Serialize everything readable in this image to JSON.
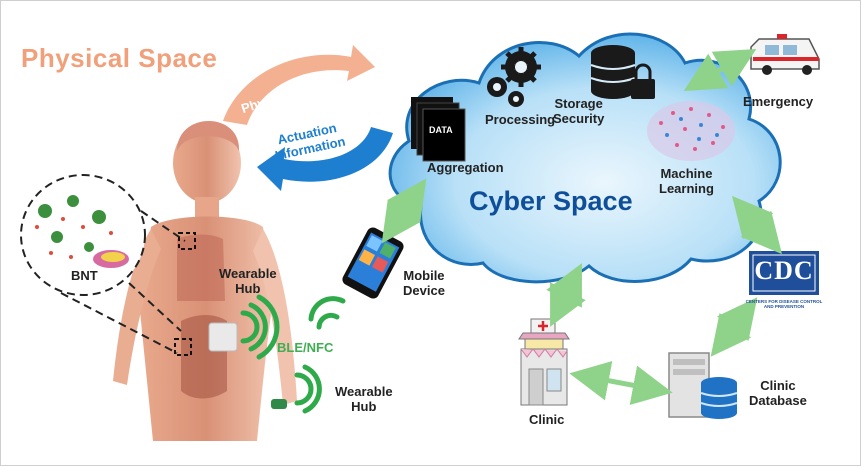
{
  "diagram": {
    "physical_space_title": "Physical Space",
    "cyber_space_title": "Cyber Space",
    "physical_sensing": "Physical Sensing",
    "actuation_information": "Actuation\nInformation",
    "data_label": "DATA",
    "aggregation": "Aggregation",
    "processing": "Processing",
    "storage_security": "Storage\nSecurity",
    "machine_learning": "Machine\nLearning",
    "emergency": "Emergency",
    "cdc_logo": "CDC",
    "cdc_subtitle": "CENTERS FOR DISEASE CONTROL AND PREVENTION",
    "clinic": "Clinic",
    "clinic_database": "Clinic\nDatabase",
    "mobile_device": "Mobile\nDevice",
    "wearable_hub_upper": "Wearable\nHub",
    "wearable_hub_lower": "Wearable\nHub",
    "ble_nfc": "BLE/NFC",
    "bnt": "BNT"
  },
  "colors": {
    "cloud_fill": "#3aa1e3",
    "cloud_text": "#0f4f99",
    "physical_title": "#f0a07a",
    "arrow_green": "#8fd38a",
    "wireless_green": "#2faa4a",
    "actuation_blue": "#1e7fd0",
    "sensing_orange": "#f0a07a"
  }
}
